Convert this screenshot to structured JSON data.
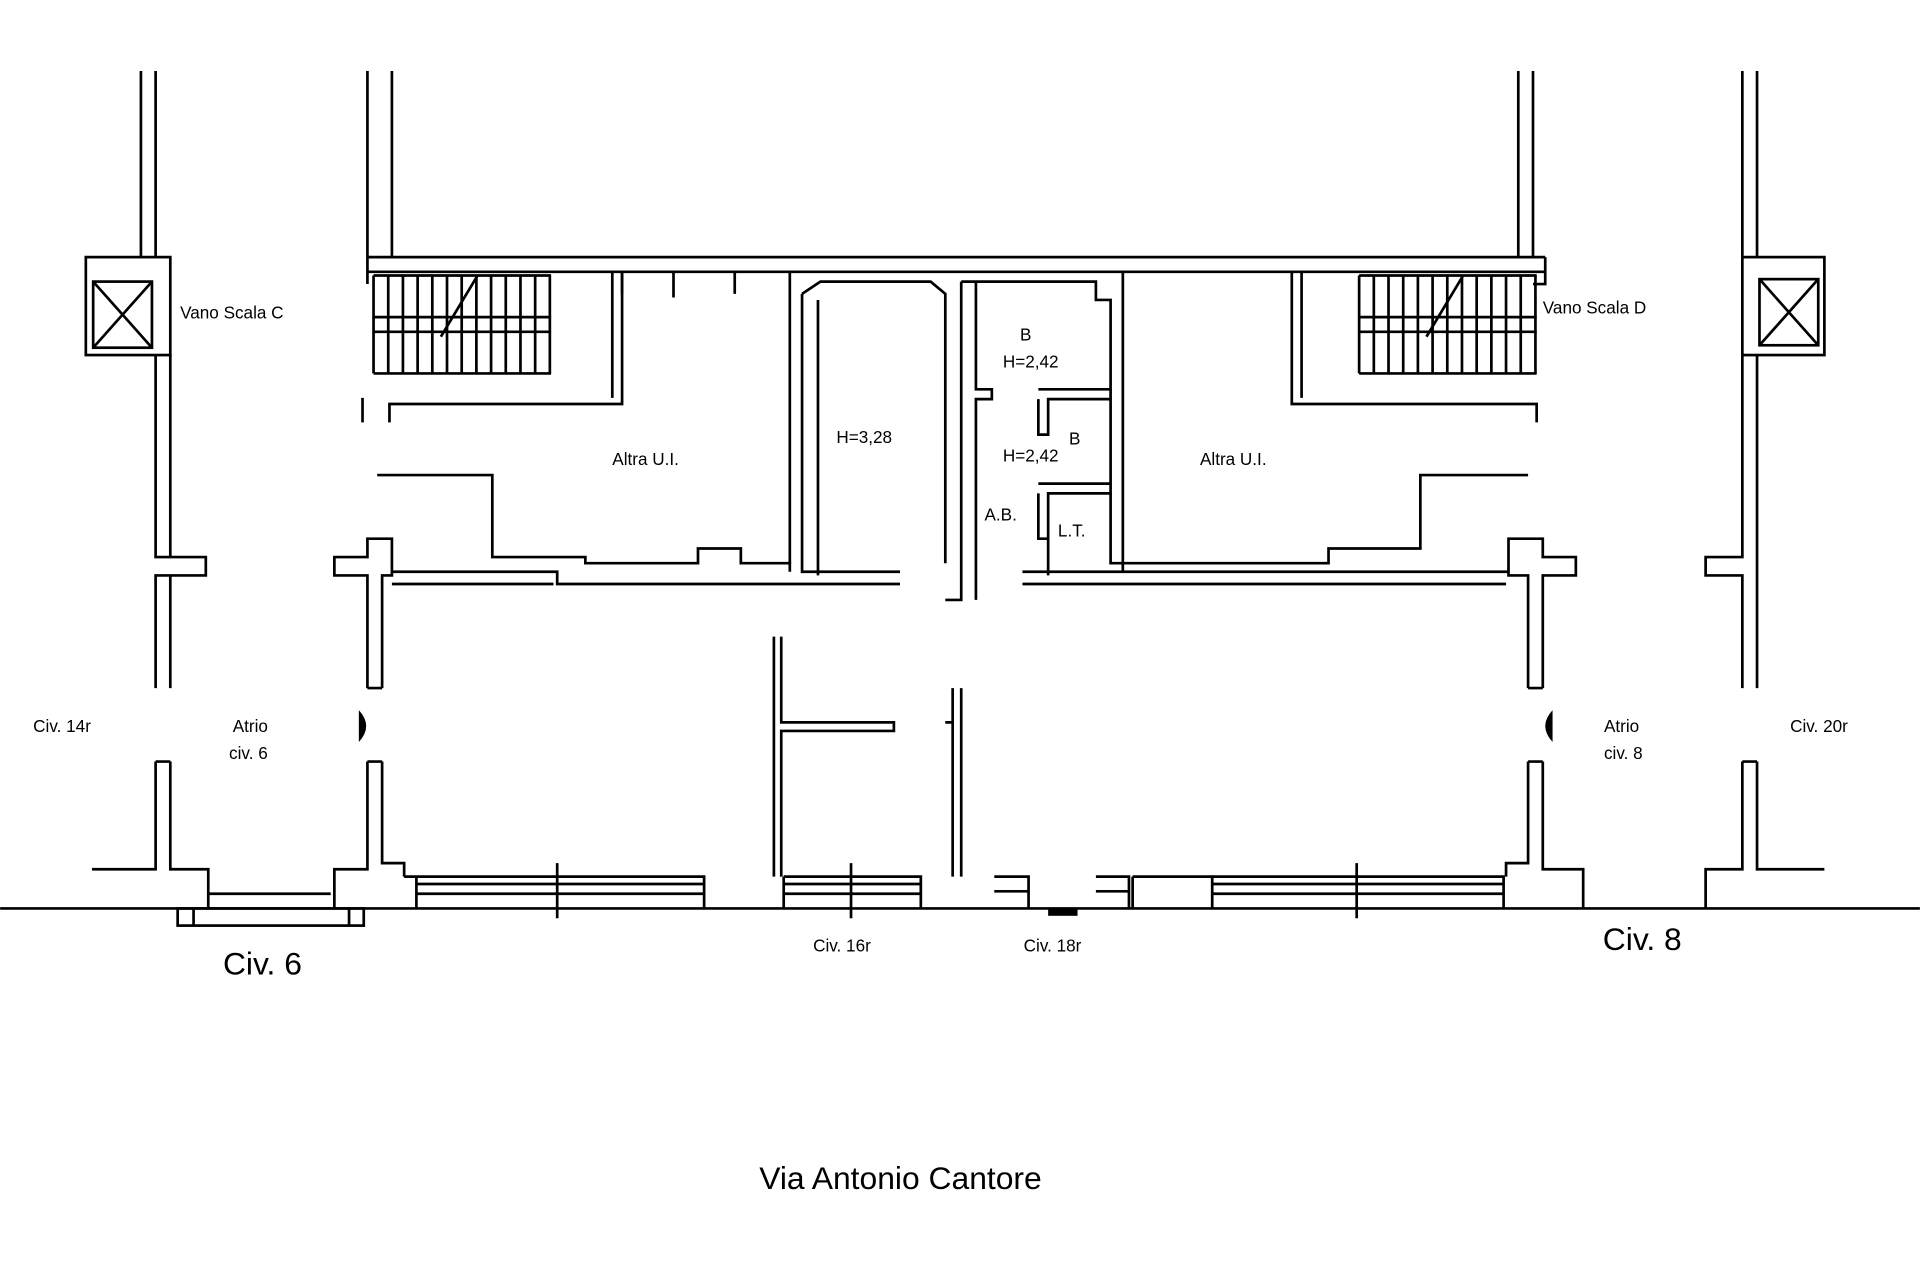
{
  "plan": {
    "stair_left": "Vano Scala C",
    "stair_right": "Vano Scala D",
    "unit_left": "Altra U.I.",
    "unit_right": "Altra U.I.",
    "room_height_main": "H=3,28",
    "bath_1": "B",
    "bath_1_height": "H=2,42",
    "bath_2": "B",
    "bath_2_height": "H=2,42",
    "antibath": "A.B.",
    "laundry": "L.T.",
    "civ_14r": "Civ. 14r",
    "atrio_left_1": "Atrio",
    "atrio_left_2": "civ. 6",
    "atrio_right_1": "Atrio",
    "atrio_right_2": "civ. 8",
    "civ_20r": "Civ. 20r",
    "civ_6": "Civ. 6",
    "civ_8": "Civ. 8",
    "civ_16r": "Civ. 16r",
    "civ_18r": "Civ. 18r",
    "street": "Via Antonio Cantore"
  }
}
